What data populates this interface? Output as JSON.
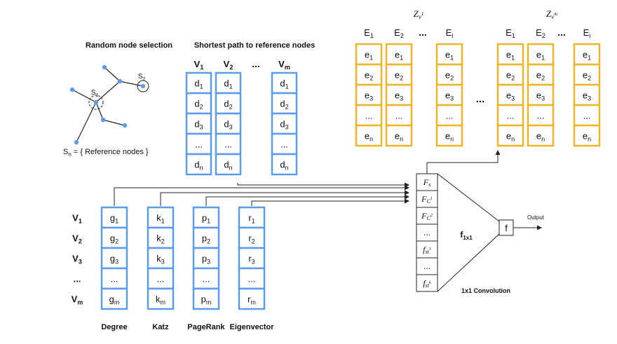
{
  "colors": {
    "blue_box": "#5b9cf0",
    "orange_box": "#f0b429",
    "node": "#5b9cf0",
    "text": "#111111",
    "line": "#222222"
  },
  "graph_panel": {
    "title": "Random node selection",
    "label_s1": "S",
    "label_s1_sub": "1",
    "label_s2": "S",
    "label_s2_sub": "2",
    "ref_prefix": "S",
    "ref_sub": "n",
    "ref_text": " = { Reference nodes }"
  },
  "shortest_path": {
    "title": "Shortest path to reference nodes",
    "ellipsis": "...",
    "columns": [
      {
        "head": "V",
        "head_sub": "1"
      },
      {
        "head": "V",
        "head_sub": "2"
      },
      {
        "head": "V",
        "head_sub": "m"
      }
    ],
    "cells": [
      {
        "t": "d",
        "s": "1"
      },
      {
        "t": "d",
        "s": "2"
      },
      {
        "t": "d",
        "s": "3"
      },
      {
        "t": "...",
        "s": ""
      },
      {
        "t": "d",
        "s": "n"
      }
    ]
  },
  "embeddings": {
    "group1_label": "Z",
    "group1_sub": "v",
    "group1_subsub": "1",
    "group2_label": "Z",
    "group2_sub": "v",
    "group2_subsub": "m",
    "headers": [
      {
        "t": "E",
        "s": "1"
      },
      {
        "t": "E",
        "s": "2"
      },
      {
        "t": "...",
        "s": ""
      },
      {
        "t": "E",
        "s": "i"
      }
    ],
    "cells": [
      {
        "t": "e",
        "s": "1"
      },
      {
        "t": "e",
        "s": "2"
      },
      {
        "t": "e",
        "s": "3"
      },
      {
        "t": "...",
        "s": ""
      },
      {
        "t": "e",
        "s": "n"
      }
    ],
    "between_ellipsis": "..."
  },
  "centrality": {
    "row_labels": [
      {
        "t": "V",
        "s": "1"
      },
      {
        "t": "V",
        "s": "2"
      },
      {
        "t": "V",
        "s": "3"
      },
      {
        "t": "...",
        "s": ""
      },
      {
        "t": "V",
        "s": "m"
      }
    ],
    "columns": [
      {
        "name": "Degree",
        "letter": "g",
        "last": "m"
      },
      {
        "name": "Katz",
        "letter": "k",
        "last": "m"
      },
      {
        "name": "PageRank",
        "letter": "p",
        "last": "m"
      },
      {
        "name": "Eigenvector",
        "letter": "r",
        "last": "m"
      }
    ]
  },
  "features": {
    "cells": [
      {
        "t": "F",
        "s": "s"
      },
      {
        "t": "F",
        "s": "C",
        "ss": "1"
      },
      {
        "t": "F",
        "s": "C",
        "ss": "2"
      },
      {
        "t": "...",
        "s": ""
      },
      {
        "t": "f",
        "s": "st",
        "ss": "1"
      },
      {
        "t": "...",
        "s": ""
      },
      {
        "t": "f",
        "s": "st",
        "ss": "k"
      }
    ],
    "conv_label": "f",
    "conv_sub": "1x1",
    "conv_caption": "1x1 Convolution",
    "f_box": "f",
    "output_label": "Output"
  }
}
